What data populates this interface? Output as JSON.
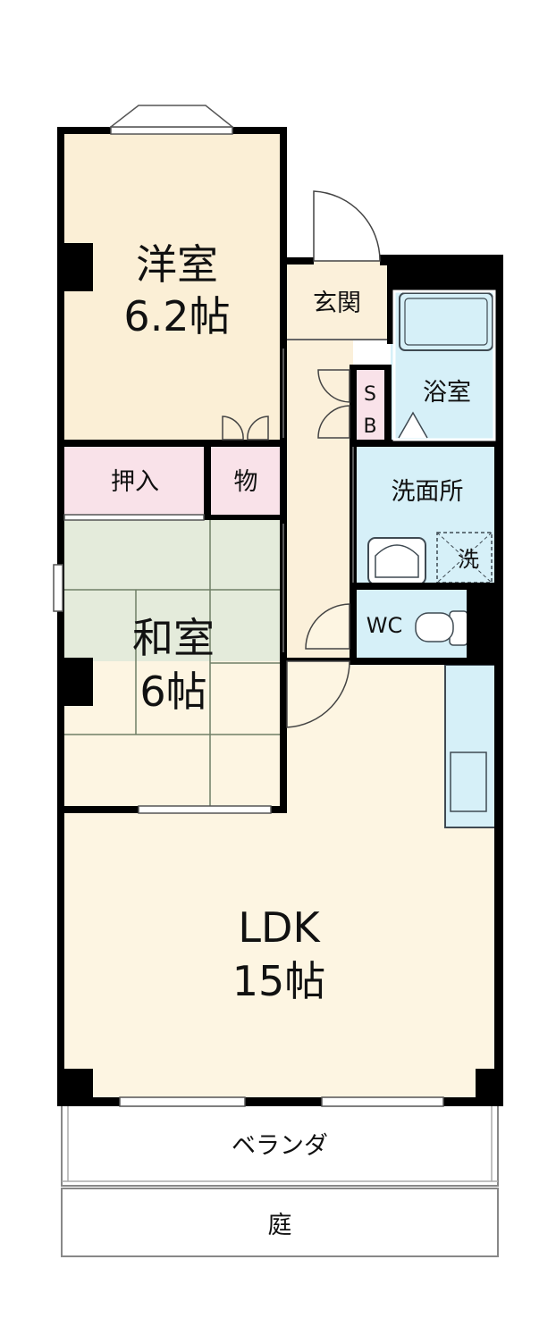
{
  "colors": {
    "wall": "#000000",
    "western_room_floor": "#fbefd6",
    "ldk_floor": "#fdf5e2",
    "hall_floor": "#fbf0da",
    "storage_floor": "#f9e2e9",
    "tatami_floor": "#e4ebdb",
    "wet_area_floor": "#d6f0f8",
    "tatami_line": "#6e7f66",
    "fixture_line": "#3f4a52"
  },
  "rooms": {
    "western": {
      "name": "洋室",
      "size": "6.2帖"
    },
    "japanese": {
      "name": "和室",
      "size": "6帖"
    },
    "ldk": {
      "name": "LDK",
      "size": "15帖"
    },
    "entrance": {
      "name": "玄関"
    },
    "bathroom": {
      "name": "浴室"
    },
    "washroom": {
      "name": "洗面所"
    },
    "toilet": {
      "name": "WC"
    },
    "closet": {
      "name": "押入"
    },
    "storage": {
      "name": "物"
    },
    "shoe_box": {
      "line1": "S",
      "line2": "B"
    },
    "washer": {
      "name": "洗"
    },
    "veranda": {
      "name": "ベランダ"
    },
    "garden": {
      "name": "庭"
    }
  }
}
